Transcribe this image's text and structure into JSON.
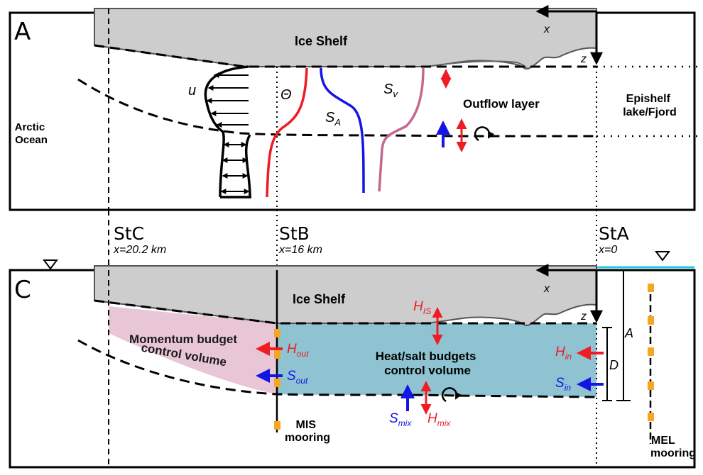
{
  "panels": {
    "a": {
      "letter": "A",
      "ice_shelf": "Ice Shelf",
      "x_axis": "x",
      "z_axis": "z",
      "left_region": [
        "Arctic",
        "Ocean"
      ],
      "right_region": [
        "Epishelf",
        "lake/Fjord"
      ],
      "outflow_layer": "Outflow layer",
      "velocity": "u",
      "theta": "Θ",
      "sa_main": "S",
      "sa_sub": "A",
      "sv_main": "S",
      "sv_sub": "v"
    },
    "c": {
      "letter": "C",
      "ice_shelf": "Ice Shelf",
      "x_axis": "x",
      "z_axis": "z",
      "momentum_volume": [
        "Momentum budget",
        "control volume"
      ],
      "heat_salt_volume": [
        "Heat/salt budgets",
        "control volume"
      ],
      "h_is_main": "H",
      "h_is_sub": "IS",
      "h_out_main": "H",
      "h_out_sub": "out",
      "s_out_main": "S",
      "s_out_sub": "out",
      "h_in_main": "H",
      "h_in_sub": "in",
      "s_in_main": "S",
      "s_in_sub": "in",
      "s_mix_main": "S",
      "s_mix_sub": "mix",
      "h_mix_main": "H",
      "h_mix_sub": "mix",
      "dim_a": "A",
      "dim_d": "D",
      "mis_mooring": [
        "MIS",
        "mooring"
      ],
      "mel_mooring": [
        "MEL",
        "mooring"
      ]
    }
  },
  "stations": [
    {
      "name": "StC",
      "position": "x=20.2 km"
    },
    {
      "name": "StB",
      "position": "x=16 km"
    },
    {
      "name": "StA",
      "position": "x=0"
    }
  ],
  "colors": {
    "ice": "#cdcdcd",
    "momentum_fill": "#e8c6d6",
    "heat_fill": "#8fc3d2",
    "theta": "#ee1c24",
    "salinity": "#1414e6",
    "sv": "#c4688f",
    "mooring": "#f5a623",
    "water_line": "#22c8e8"
  }
}
